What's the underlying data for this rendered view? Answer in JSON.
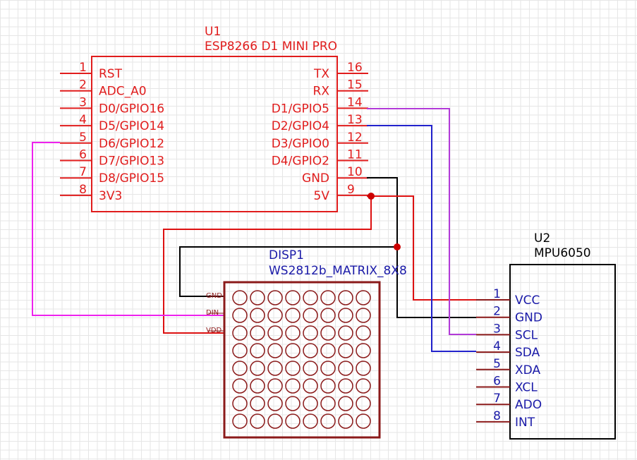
{
  "u1": {
    "ref": "U1",
    "value": "ESP8266 D1 MINI PRO",
    "left_pins": [
      {
        "num": "1",
        "name": "RST"
      },
      {
        "num": "2",
        "name": "ADC_A0"
      },
      {
        "num": "3",
        "name": "D0/GPIO16"
      },
      {
        "num": "4",
        "name": "D5/GPIO14"
      },
      {
        "num": "5",
        "name": "D6/GPIO12"
      },
      {
        "num": "6",
        "name": "D7/GPIO13"
      },
      {
        "num": "7",
        "name": "D8/GPIO15"
      },
      {
        "num": "8",
        "name": "3V3"
      }
    ],
    "right_pins": [
      {
        "num": "16",
        "name": "TX"
      },
      {
        "num": "15",
        "name": "RX"
      },
      {
        "num": "14",
        "name": "D1/GPIO5"
      },
      {
        "num": "13",
        "name": "D2/GPIO4"
      },
      {
        "num": "12",
        "name": "D3/GPIO0"
      },
      {
        "num": "11",
        "name": "D4/GPIO2"
      },
      {
        "num": "10",
        "name": "GND"
      },
      {
        "num": "9",
        "name": "5V"
      }
    ]
  },
  "u2": {
    "ref": "U2",
    "value": "MPU6050",
    "pins": [
      {
        "num": "1",
        "name": "VCC"
      },
      {
        "num": "2",
        "name": "GND"
      },
      {
        "num": "3",
        "name": "SCL"
      },
      {
        "num": "4",
        "name": "SDA"
      },
      {
        "num": "5",
        "name": "XDA"
      },
      {
        "num": "6",
        "name": "XCL"
      },
      {
        "num": "7",
        "name": "ADO"
      },
      {
        "num": "8",
        "name": "INT"
      }
    ]
  },
  "disp1": {
    "ref": "DISP1",
    "value": "WS2812b_MATRIX_8X8",
    "pins": [
      "GND",
      "DIN",
      "VDD"
    ],
    "rows": 8,
    "cols": 8
  },
  "colors": {
    "u1": "#e01c1c",
    "u2": "#1a1aa8",
    "disp": "#8b1a1a",
    "wire_gnd": "#000000",
    "wire_5v": "#dd1111",
    "wire_scl": "#b23ad8",
    "wire_sda": "#2222cc",
    "wire_din": "#ee22ee",
    "junction": "#cc0000"
  }
}
